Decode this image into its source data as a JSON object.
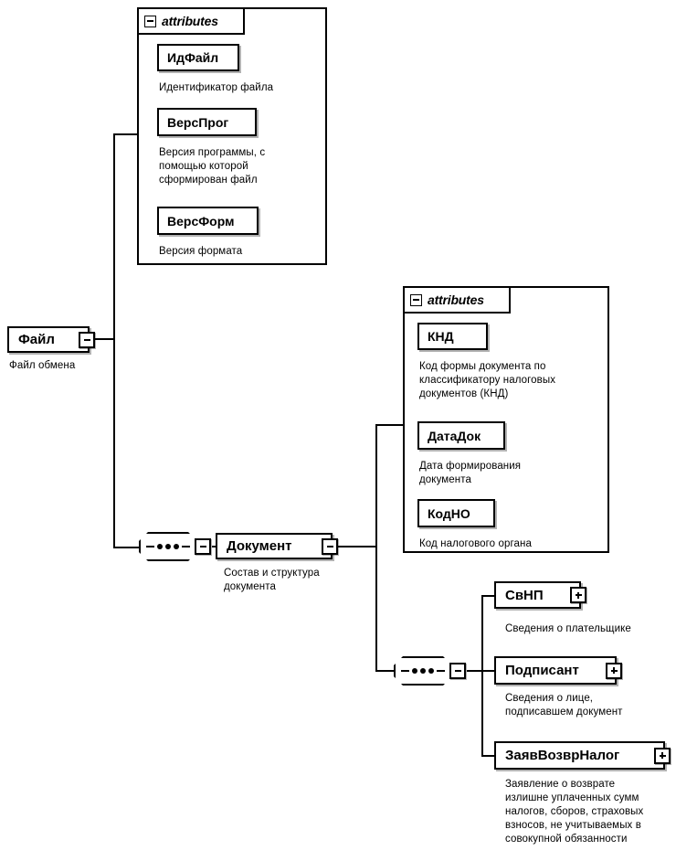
{
  "diagram": {
    "type": "xsd-schema-tree",
    "language": "ru",
    "root": {
      "name": "Файл",
      "caption": "Файл обмена",
      "expander": "minus"
    },
    "attribute_groups": [
      {
        "id": "file-attributes",
        "tab_label": "attributes",
        "tab_expander": "minus",
        "attributes": [
          {
            "name": "ИдФайл",
            "caption": "Идентификатор файла"
          },
          {
            "name": "ВерсПрог",
            "caption": "Версия программы, с\nпомощью которой\nсформирован файл"
          },
          {
            "name": "ВерсФорм",
            "caption": "Версия формата"
          }
        ]
      },
      {
        "id": "document-attributes",
        "tab_label": "attributes",
        "tab_expander": "minus",
        "attributes": [
          {
            "name": "КНД",
            "caption": "Код формы документа по\nклассификатору налоговых\nдокументов (КНД)"
          },
          {
            "name": "ДатаДок",
            "caption": "Дата формирования\nдокумента"
          },
          {
            "name": "КодНО",
            "caption": "Код налогового органа"
          }
        ]
      }
    ],
    "compositors": [
      {
        "id": "seq-file",
        "kind": "sequence",
        "expander": "minus"
      },
      {
        "id": "seq-document",
        "kind": "sequence",
        "expander": "minus"
      }
    ],
    "elements": [
      {
        "id": "document",
        "name": "Документ",
        "caption": "Состав и структура\nдокумента",
        "expander": "minus"
      },
      {
        "id": "svnp",
        "name": "СвНП",
        "caption": "Сведения о плательщике",
        "expander": "plus"
      },
      {
        "id": "podpisant",
        "name": "Подписант",
        "caption": "Сведения о лице,\nподписавшем документ",
        "expander": "plus"
      },
      {
        "id": "zayavvozvrnalog",
        "name": "ЗаявВозврНалог",
        "caption": "Заявление о возврате\nизлишне уплаченных сумм\nналогов, сборов, страховых\nвзносов, не учитываемых в\nсовокупной обязанности",
        "expander": "plus"
      }
    ],
    "colors": {
      "line": "#000000",
      "box_border": "#000000",
      "background": "#ffffff",
      "text": "#000000"
    }
  }
}
